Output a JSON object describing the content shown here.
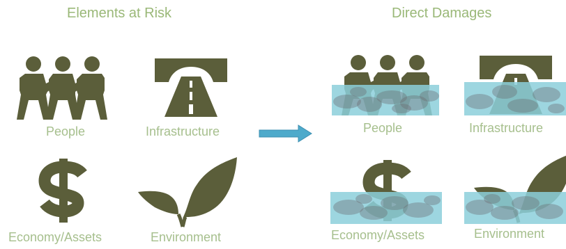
{
  "left_panel": {
    "title": "Elements at Risk",
    "labels": {
      "people": "People",
      "infrastructure": "Infrastructure",
      "economy": "Economy/Assets",
      "environment": "Environment"
    }
  },
  "right_panel": {
    "title": "Direct Damages",
    "labels": {
      "people": "People",
      "infrastructure": "Infrastructure",
      "economy": "Economy/Assets",
      "environment": "Environment"
    }
  },
  "colors": {
    "icon": "#5b5e3a",
    "title_text": "#9ab878",
    "label_text": "#a6bf8d",
    "water": "#8ccfdb",
    "arrow": "#4eaacb"
  },
  "icons": {
    "people": "people-chain-icon",
    "infrastructure": "road-tunnel-icon",
    "economy": "dollar-sign-icon",
    "environment": "leaf-sprout-icon",
    "flood": "flood-water-icon",
    "arrow": "right-arrow-icon"
  }
}
